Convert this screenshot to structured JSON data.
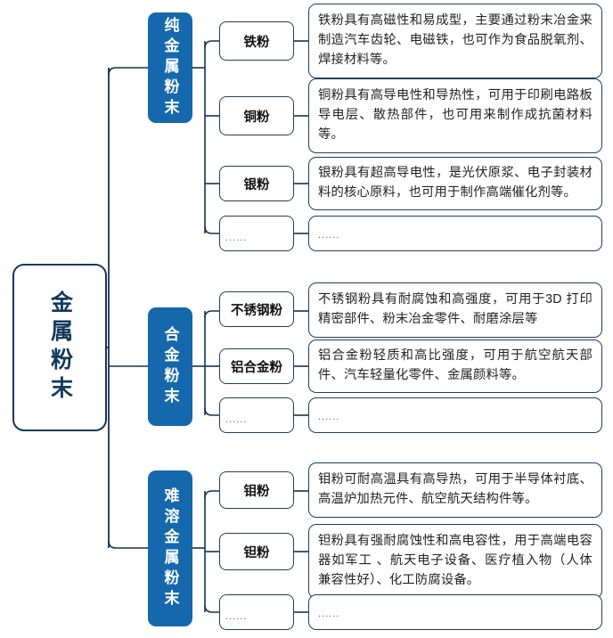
{
  "diagram": {
    "root": {
      "label": "金属粉末"
    },
    "ellipsis": "......",
    "colors": {
      "category_fill": "#1668ad",
      "root_border": "#13395c",
      "box_border": "#1f3f5f",
      "body_text": "#232323",
      "connector": "#16334f",
      "background": "#ffffff"
    },
    "categories": [
      {
        "label": "纯金属粉末",
        "items": [
          {
            "name": "铁粉",
            "description": "铁粉具有高磁性和易成型，主要通过粉末冶金来制造汽车齿轮、电磁铁，也可作为食品脱氧剂、焊接材料等。"
          },
          {
            "name": "铜粉",
            "description": "铜粉具有高导电性和导热性，可用于印刷电路板导电层、散热部件，也可用来制作成抗菌材料等。"
          },
          {
            "name": "银粉",
            "description": "银粉具有超高导电性，是光伏原浆、电子封装材料的核心原料，也可用于制作高端催化剂等。"
          },
          {
            "name": "......",
            "description": "......"
          }
        ]
      },
      {
        "label": "合金粉末",
        "items": [
          {
            "name": "不锈钢粉",
            "description": "不锈钢粉具有耐腐蚀和高强度，可用于3D 打印精密部件、粉末冶金零件、耐磨涂层等"
          },
          {
            "name": "铝合金粉",
            "description": "铝合金粉轻质和高比强度，可用于航空航天部件、汽车轻量化零件、金属颜料等。"
          },
          {
            "name": "......",
            "description": "......"
          }
        ]
      },
      {
        "label": "难溶金属粉末",
        "items": [
          {
            "name": "钼粉",
            "description": "钼粉可耐高温具有高导热，可用于半导体衬底、高温炉加热元件、航空航天结构件等。"
          },
          {
            "name": "钽粉",
            "description": "钽粉具有强耐腐蚀性和高电容性，用于高端电容器如军工 、航天电子设备、医疗植入物（人体兼容性好）、化工防腐设备。"
          },
          {
            "name": "......",
            "description": "......"
          }
        ]
      }
    ]
  }
}
